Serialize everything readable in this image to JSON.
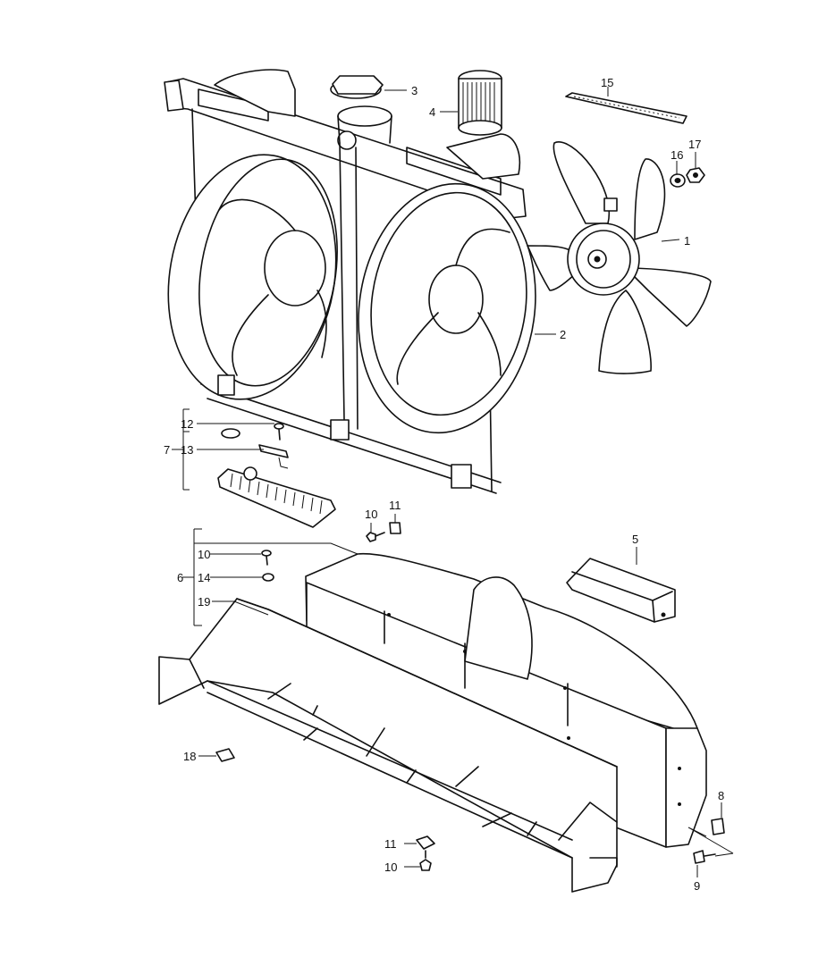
{
  "callouts": {
    "fan": "1",
    "shroud": "2",
    "cap": "3",
    "filter": "4",
    "module": "5",
    "deflector_group": "6",
    "resistor_group": "7",
    "clip_nut_side": "8",
    "bolt_side": "9",
    "screw_upper": "10",
    "screw_group": "10",
    "screw_lower": "10",
    "clip_upper": "11",
    "clip_lower": "11",
    "screw_resistor": "12",
    "bracket": "13",
    "washer": "14",
    "seal_strip": "15",
    "washer_fan": "16",
    "nut_fan": "17",
    "clip_left": "18",
    "plate": "19"
  },
  "colors": {
    "ink": "#111111",
    "paper": "#ffffff"
  }
}
